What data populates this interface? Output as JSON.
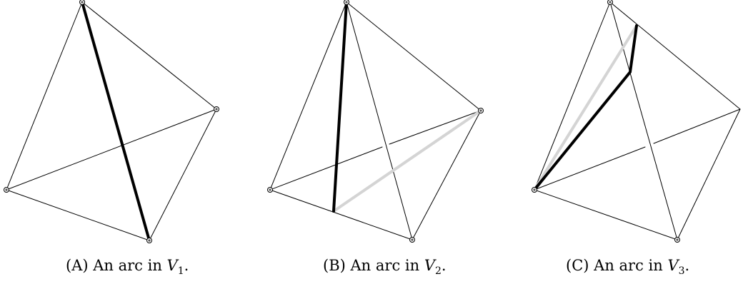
{
  "captions": [
    {
      "label": "(A)",
      "text": "An arc in",
      "var": "V",
      "sub": "1",
      "end": "."
    },
    {
      "label": "(B)",
      "text": "An arc in",
      "var": "V",
      "sub": "2",
      "end": "."
    },
    {
      "label": "(C)",
      "text": "An arc in",
      "var": "V",
      "sub": "3",
      "end": "."
    }
  ],
  "colors": {
    "edge": "#000000",
    "arc": "#000000",
    "ghost_arc": "#d4d4d4",
    "vertex": "#555555"
  }
}
